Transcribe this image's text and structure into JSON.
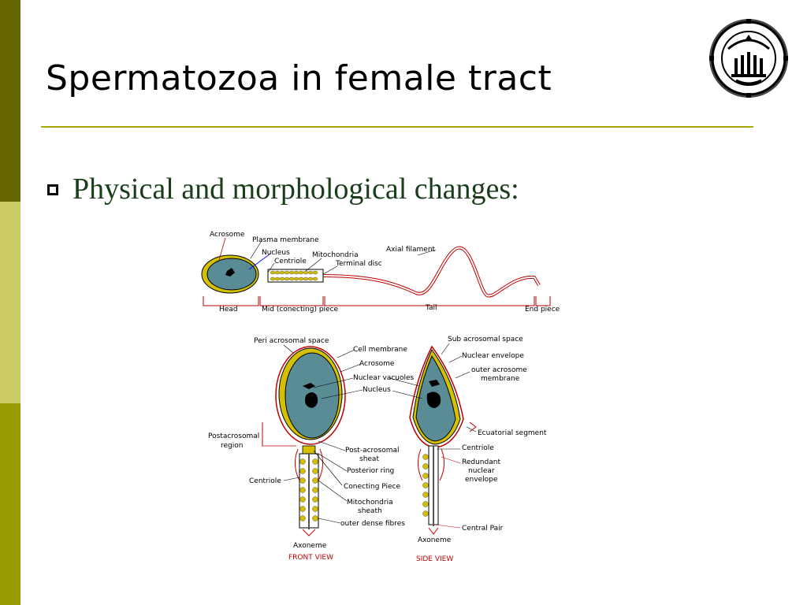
{
  "slide": {
    "title": "Spermatozoa in female tract",
    "bullet": "Physical and morphological changes:"
  },
  "colors": {
    "sidebar": [
      "#666600",
      "#cccc66",
      "#999900"
    ],
    "rule": "#a8a800",
    "bullet_text": "#1a3d1a",
    "cell_fill": "#5a8c96",
    "membrane": "#d4c000",
    "outline_red": "#c00000"
  },
  "figure": {
    "top_labels": {
      "acrosome": "Acrosome",
      "plasma_membrane": "Plasma membrane",
      "nucleus": "Nucleus",
      "centriole": "Centriole",
      "mitochondria": "Mitochondria",
      "terminal_disc": "Terminal disc",
      "axial_filament": "Axial filament",
      "head": "Head",
      "mid_piece": "Mid (conecting) piece",
      "tail": "Tail",
      "end_piece": "End piece"
    },
    "front_labels": {
      "peri_acrosomal": "Peri acrosomal space",
      "cell_membrane": "Cell membrane",
      "acrosome": "Acrosome",
      "nuclear_vacuoles": "Nuclear vacuoles",
      "nucleus": "Nucleus",
      "postacrosomal_1": "Postacrosomal",
      "postacrosomal_2": "region",
      "post_acrosomal_sheat_1": "Post-acrosomal",
      "post_acrosomal_sheat_2": "sheat",
      "posterior_ring": "Posterior ring",
      "centriole": "Centriole",
      "conecting_piece": "Conecting Piece",
      "mito_sheath_1": "Mitochondria",
      "mito_sheath_2": "sheath",
      "outer_dense": "outer dense fibres",
      "axoneme": "Axoneme",
      "view": "FRONT VIEW"
    },
    "side_labels": {
      "sub_acrosomal": "Sub acrosomal space",
      "nuclear_envelope": "Nuclear envelope",
      "outer_acrosome_1": "outer acrosome",
      "outer_acrosome_2": "membrane",
      "ecuatorial": "Ecuatorial segment",
      "centriole": "Centriole",
      "redundant_1": "Redundant",
      "redundant_2": "nuclear",
      "redundant_3": "envelope",
      "central_pair": "Central Pair",
      "axoneme": "Axoneme",
      "view": "SIDE VIEW"
    }
  }
}
